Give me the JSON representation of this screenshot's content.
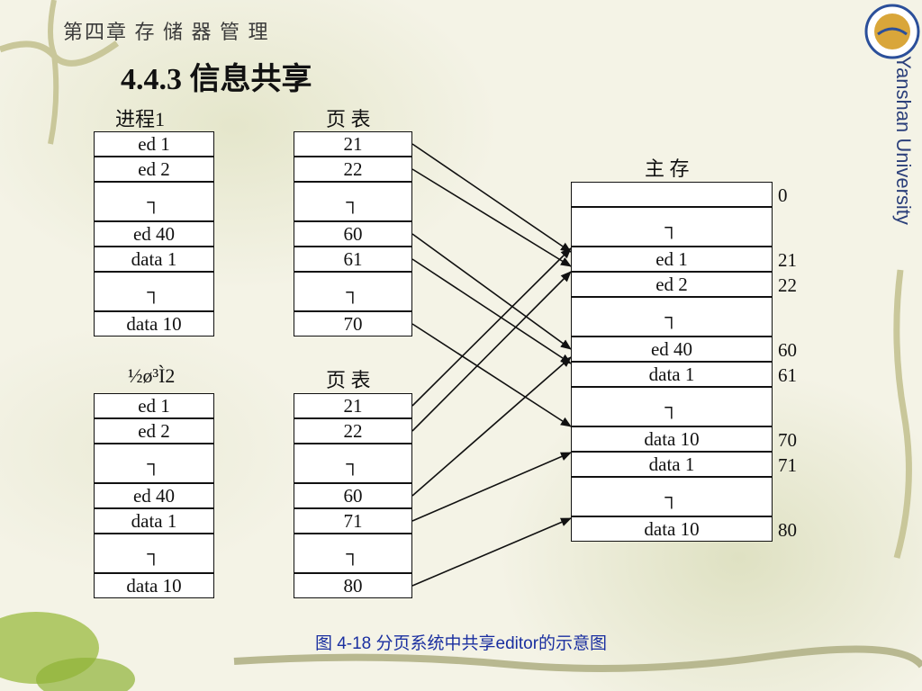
{
  "header": {
    "chapter": "第四章 存 储 器 管 理",
    "section": "4.4.3  信息共享",
    "university": "Yanshan University"
  },
  "process1": {
    "title": "进程1",
    "rows": [
      "ed 1",
      "ed 2",
      "┐",
      "ed 40",
      "data  1",
      "┐",
      "data  10"
    ]
  },
  "pagetable1": {
    "title": "页 表",
    "rows": [
      "21",
      "22",
      "┐",
      "60",
      "61",
      "┐",
      "70"
    ]
  },
  "process2": {
    "title": "½ø³Ì2",
    "rows": [
      "ed 1",
      "ed 2",
      "┐",
      "ed 40",
      "data  1",
      "┐",
      "data  10"
    ]
  },
  "pagetable2": {
    "title": "页 表",
    "rows": [
      "21",
      "22",
      "┐",
      "60",
      "71",
      "┐",
      "80"
    ]
  },
  "memory": {
    "title": "主 存",
    "rows": [
      "",
      "┐",
      "ed 1",
      "ed 2",
      "┐",
      "ed 40",
      "data  1",
      "┐",
      "data  10",
      "data  1",
      "┐",
      "data  10"
    ],
    "addresses": [
      "0",
      "21",
      "22",
      "60",
      "61",
      "70",
      "71",
      "80"
    ]
  },
  "caption": "图 4-18 分页系统中共享editor的示意图"
}
